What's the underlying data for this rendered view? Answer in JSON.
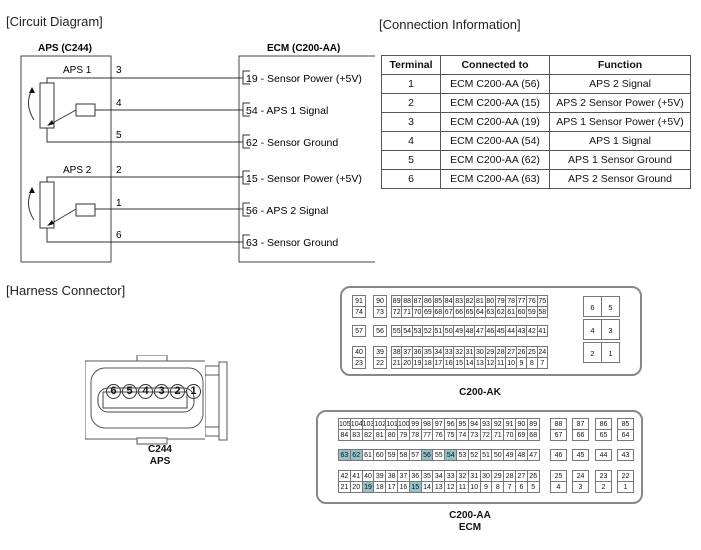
{
  "sections": {
    "circuit_diagram": "[Circuit Diagram]",
    "connection_information": "[Connection Information]",
    "harness_connector": "[Harness Connector]"
  },
  "circuit": {
    "left_title": "APS (C244)",
    "right_title": "ECM (C200-AA)",
    "sensors": [
      {
        "label": "APS 1",
        "pins": [
          "3",
          "4",
          "5"
        ]
      },
      {
        "label": "APS 2",
        "pins": [
          "2",
          "1",
          "6"
        ]
      }
    ],
    "ecm_terminals": [
      "19 - Sensor Power (+5V)",
      "54 - APS 1 Signal",
      "62 - Sensor Ground",
      "15 - Sensor Power (+5V)",
      "56 - APS 2 Signal",
      "63 - Sensor Ground"
    ]
  },
  "connection_table": {
    "headers": [
      "Terminal",
      "Connected to",
      "Function"
    ],
    "rows": [
      [
        "1",
        "ECM C200-AA (56)",
        "APS 2 Signal"
      ],
      [
        "2",
        "ECM C200-AA (15)",
        "APS 2 Sensor Power (+5V)"
      ],
      [
        "3",
        "ECM C200-AA (19)",
        "APS 1 Sensor Power (+5V)"
      ],
      [
        "4",
        "ECM C200-AA (54)",
        "APS 1 Signal"
      ],
      [
        "5",
        "ECM C200-AA (62)",
        "APS 1 Sensor Ground"
      ],
      [
        "6",
        "ECM C200-AA (63)",
        "APS 2 Sensor Ground"
      ]
    ]
  },
  "connectors": {
    "c244": {
      "label_line1": "C244",
      "label_line2": "APS",
      "pins": [
        "6",
        "5",
        "4",
        "3",
        "2",
        "1"
      ]
    },
    "c200ak": {
      "label": "C200-AK",
      "row1": [
        "91",
        "90",
        "89",
        "88",
        "87",
        "86",
        "85",
        "84",
        "83",
        "82",
        "81",
        "80",
        "79",
        "78",
        "77",
        "76",
        "75"
      ],
      "row2": [
        "74",
        "73",
        "72",
        "71",
        "70",
        "69",
        "68",
        "67",
        "66",
        "65",
        "64",
        "63",
        "62",
        "61",
        "60",
        "59",
        "58"
      ],
      "row3": [
        "57",
        "56",
        "55",
        "54",
        "53",
        "52",
        "51",
        "50",
        "49",
        "48",
        "47",
        "46",
        "45",
        "44",
        "43",
        "42",
        "41"
      ],
      "row4": [
        "40",
        "39",
        "38",
        "37",
        "36",
        "35",
        "34",
        "33",
        "32",
        "31",
        "30",
        "29",
        "28",
        "27",
        "26",
        "25",
        "24"
      ],
      "row5": [
        "23",
        "22",
        "21",
        "20",
        "19",
        "18",
        "17",
        "16",
        "15",
        "14",
        "13",
        "12",
        "11",
        "10",
        "9",
        "8",
        "7"
      ],
      "side_pins": [
        [
          "6",
          "5"
        ],
        [
          "4",
          "3"
        ],
        [
          "2",
          "1"
        ]
      ]
    },
    "c200aa": {
      "label_line1": "C200-AA",
      "label_line2": "ECM",
      "row1": [
        "105",
        "104",
        "103",
        "102",
        "101",
        "100",
        "99",
        "98",
        "97",
        "96",
        "95",
        "94",
        "93",
        "92",
        "91",
        "90",
        "89"
      ],
      "row2": [
        "84",
        "83",
        "82",
        "81",
        "80",
        "79",
        "78",
        "77",
        "76",
        "75",
        "74",
        "73",
        "72",
        "71",
        "70",
        "69",
        "68"
      ],
      "row3": [
        "63",
        "62",
        "61",
        "60",
        "59",
        "58",
        "57",
        "56",
        "55",
        "54",
        "53",
        "52",
        "51",
        "50",
        "49",
        "48",
        "47"
      ],
      "row4": [
        "42",
        "41",
        "40",
        "39",
        "38",
        "37",
        "36",
        "35",
        "34",
        "33",
        "32",
        "31",
        "30",
        "29",
        "28",
        "27",
        "26"
      ],
      "row5": [
        "21",
        "20",
        "19",
        "18",
        "17",
        "16",
        "15",
        "14",
        "13",
        "12",
        "11",
        "10",
        "9",
        "8",
        "7",
        "6",
        "5"
      ],
      "side_top": [
        "88",
        "87",
        "86",
        "85"
      ],
      "side_bot": [
        "67",
        "66",
        "65",
        "64"
      ],
      "side_mid": [
        "46",
        "45",
        "44",
        "43"
      ],
      "side_r4": [
        "25",
        "24",
        "23",
        "22"
      ],
      "side_r5": [
        "4",
        "3",
        "2",
        "1"
      ],
      "highlighted_pins": [
        "63",
        "62",
        "56",
        "54",
        "19",
        "15"
      ],
      "highlight_color": "#8fc3c8"
    }
  }
}
